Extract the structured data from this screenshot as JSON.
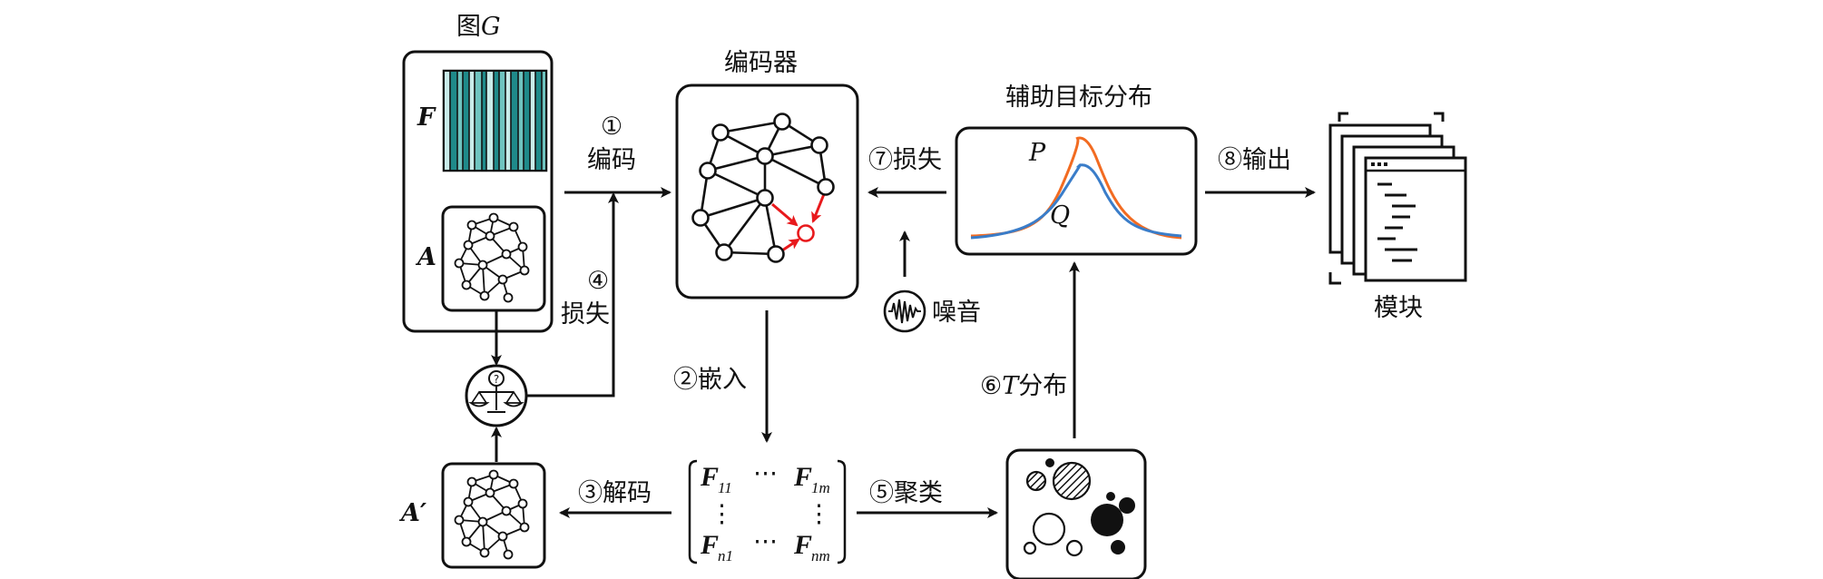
{
  "labels": {
    "graph_g_prefix": "图",
    "graph_g_var": "G",
    "feature_F": "F",
    "adjacency_A": "A",
    "reconstructed_A": "A′",
    "encoder": "编码器",
    "aux_dist": "辅助目标分布",
    "module": "模块",
    "noise": "噪音",
    "curve_P": "P",
    "curve_Q": "Q",
    "step1_num": "①",
    "step1_text": "编码",
    "step2": "②嵌入",
    "step3": "③解码",
    "step4_num": "④",
    "step4_text": "损失",
    "step5": "⑤聚类",
    "step6_prefix": "⑥",
    "step6_var": "T",
    "step6_suffix": "分布",
    "step7": "⑦损失",
    "step8": "⑧输出",
    "matrix": {
      "top_left": "F",
      "top_left_sub": "11",
      "top_right": "F",
      "top_right_sub": "1m",
      "bottom_left": "F",
      "bottom_left_sub": "n1",
      "bottom_right": "F",
      "bottom_right_sub": "nm",
      "hdots": "⋯",
      "vdots": "⋮"
    }
  },
  "colors": {
    "curve_P": "#f26b21",
    "curve_Q": "#3a7dc9",
    "highlight_edge": "#e8191c",
    "feature_dark": "#1f8a8a",
    "feature_mid": "#6fc4c0",
    "feature_light": "#c9ecea"
  },
  "icons": [
    "balance-scale-icon",
    "noise-wave-icon",
    "document-stack-icon",
    "cluster-circles-icon",
    "graph-network-icon"
  ]
}
